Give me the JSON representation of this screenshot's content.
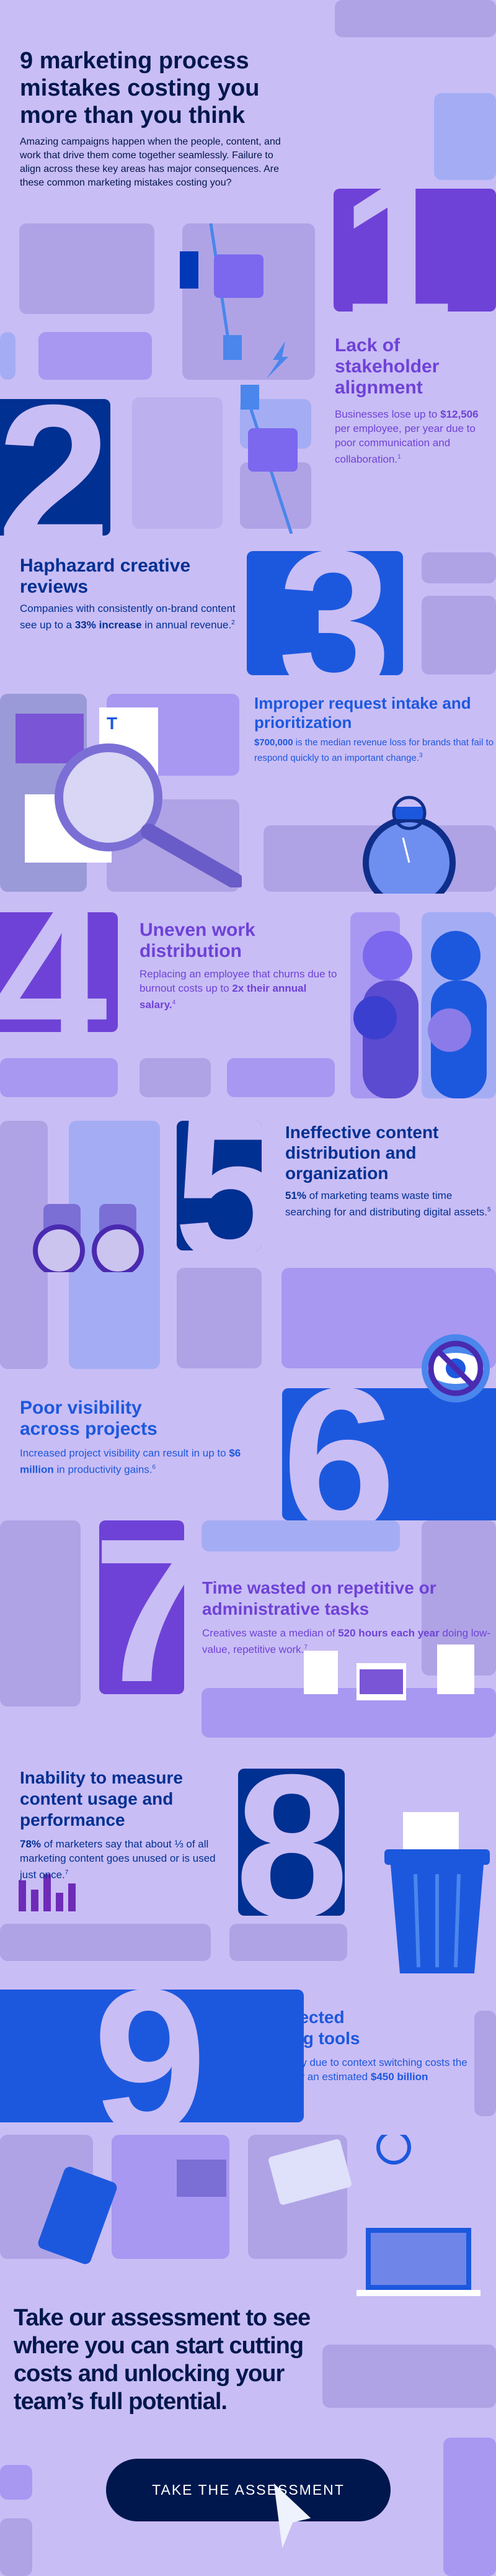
{
  "header": {
    "title": "9 marketing process mistakes costing you more than you think",
    "intro": "Amazing campaigns happen when the people, content, and work that drive them come together seamlessly. Failure to align across these key areas has major consequences. Are these common marketing mistakes costing you?"
  },
  "colors": {
    "background": "#c9bdf5",
    "purple": "#6e42d7",
    "navy": "#003092",
    "blue": "#1c58de",
    "dark_navy": "#00174d"
  },
  "sections": [
    {
      "number": "1",
      "title": "Lack of stakeholder alignment",
      "pre": "Businesses lose up to ",
      "strong": "$12,506",
      "post": " per employee, per year due to poor communication and collaboration.",
      "sup": "1",
      "icon": "plug-icon"
    },
    {
      "number": "2",
      "title": "Haphazard creative reviews",
      "pre": "Companies with consistently on-brand content see up to a ",
      "strong": "33% increase",
      "post": " in annual revenue.",
      "sup": "2",
      "icon": "magnifier-icon"
    },
    {
      "number": "3",
      "title": "Improper request intake and prioritization",
      "pre": "",
      "strong": "$700,000",
      "post": " is the median revenue loss for brands that fail to respond quickly to an important change.",
      "sup": "3",
      "icon": "stopwatch-icon"
    },
    {
      "number": "4",
      "title": "Uneven work distribution",
      "pre": "Replacing an employee that churns due to burnout costs up to ",
      "strong": "2x their annual salary.",
      "post": "",
      "sup": "4",
      "icon": "people-icon"
    },
    {
      "number": "5",
      "title": "Ineffective content distribution and organization",
      "pre": "",
      "strong": "51%",
      "post": " of marketing teams waste time searching for and distributing digital assets.",
      "sup": "5",
      "icon": "binoculars-icon"
    },
    {
      "number": "6",
      "title": "Poor visibility across projects",
      "pre": "Increased project visibility can result in up to ",
      "strong": "$6 million",
      "post": " in productivity gains.",
      "sup": "6",
      "icon": "eye-slash-icon"
    },
    {
      "number": "7",
      "title": "Time wasted on repetitive or administrative tasks",
      "pre": "Creatives waste a median of ",
      "strong": "520 hours each year",
      "post": " doing low-value, repetitive work.",
      "sup": "7",
      "icon": "documents-icon"
    },
    {
      "number": "8",
      "title": "Inability to measure content usage and performance",
      "pre": "",
      "strong": "78%",
      "post": " of marketers say that about ⅓ of all marketing content goes unused or is used just once.",
      "sup": "7",
      "icon": "trash-icon"
    },
    {
      "number": "9",
      "title": "Disconnected marketing tools",
      "pre": "Lost productivity due to context switching costs the global economy an estimated ",
      "strong": "$450 billion",
      "post": " annually.",
      "sup": "8",
      "icon": "devices-icon"
    }
  ],
  "cta": {
    "text": "Take our assessment to see where you can start cutting costs and unlocking your team’s full potential.",
    "button_label": "TAKE THE ASSESSMENT"
  }
}
